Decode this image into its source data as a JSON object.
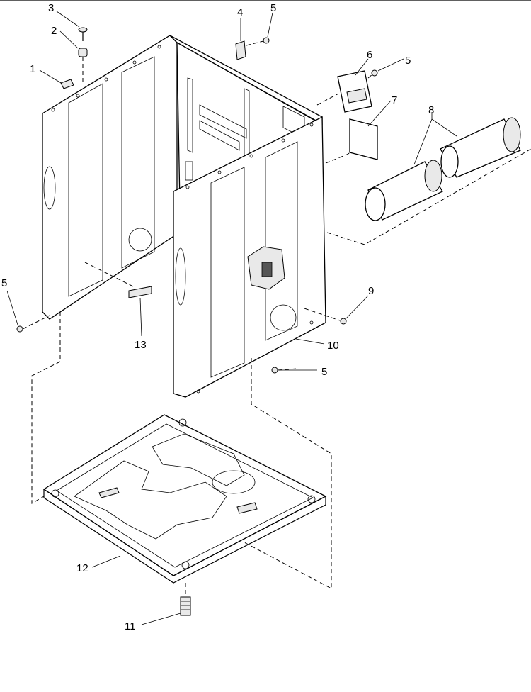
{
  "callouts": {
    "c1": "1",
    "c2": "2",
    "c3": "3",
    "c4": "4",
    "c5a": "5",
    "c5b": "5",
    "c5c": "5",
    "c5d": "5",
    "c6": "6",
    "c7": "7",
    "c8": "8",
    "c9": "9",
    "c10": "10",
    "c11": "11",
    "c12": "12",
    "c13": "13"
  },
  "colors": {
    "line": "#000000",
    "background": "#ffffff"
  }
}
